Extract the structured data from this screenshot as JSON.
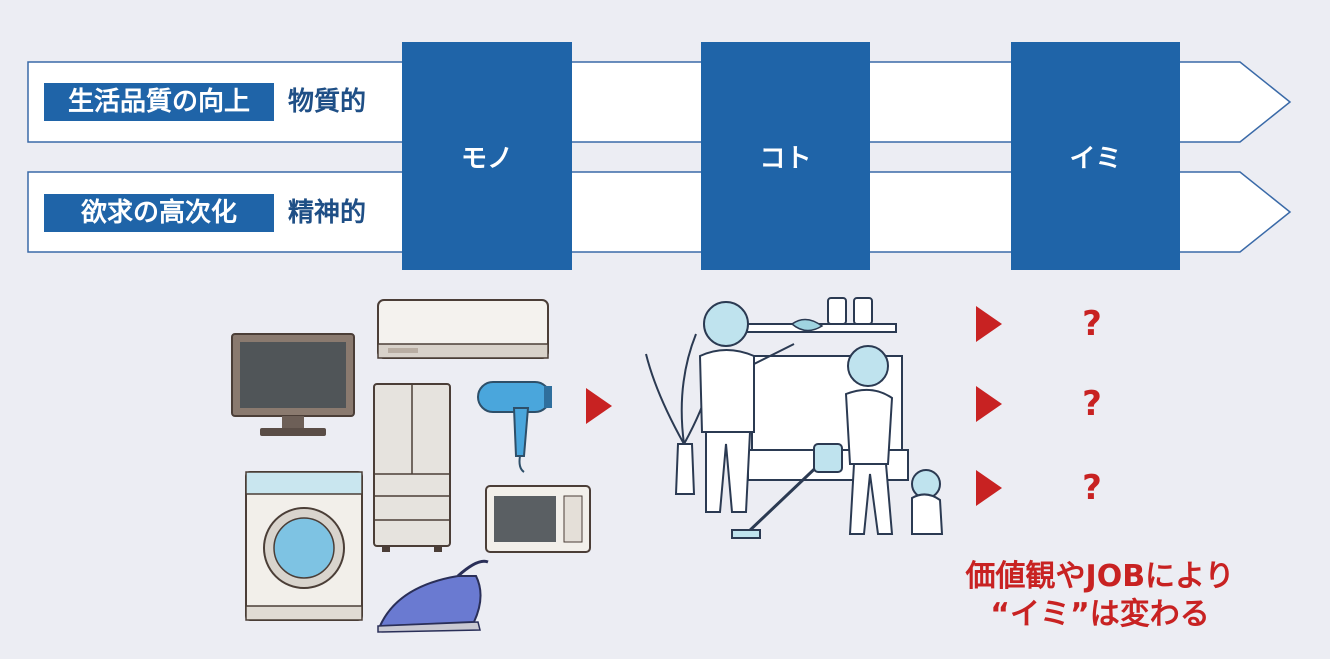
{
  "rows": [
    {
      "tag": "生活品質の向上",
      "kind": "物質的"
    },
    {
      "tag": "欲求の高次化",
      "kind": "精神的"
    }
  ],
  "stages": [
    "モノ",
    "コト",
    "イミ"
  ],
  "question_mark": "?",
  "note": {
    "line1": "価値観やJOBにより",
    "line2": "“イミ”は変わる"
  },
  "colors": {
    "primary": "#1f64a8",
    "accent": "#c82222",
    "background": "#ecedf3",
    "outline": "#3a6aa8"
  },
  "icons": [
    "tv-icon",
    "air-conditioner-icon",
    "refrigerator-icon",
    "hair-dryer-icon",
    "washing-machine-icon",
    "microwave-icon",
    "iron-icon",
    "family-cleaning-illustration"
  ]
}
